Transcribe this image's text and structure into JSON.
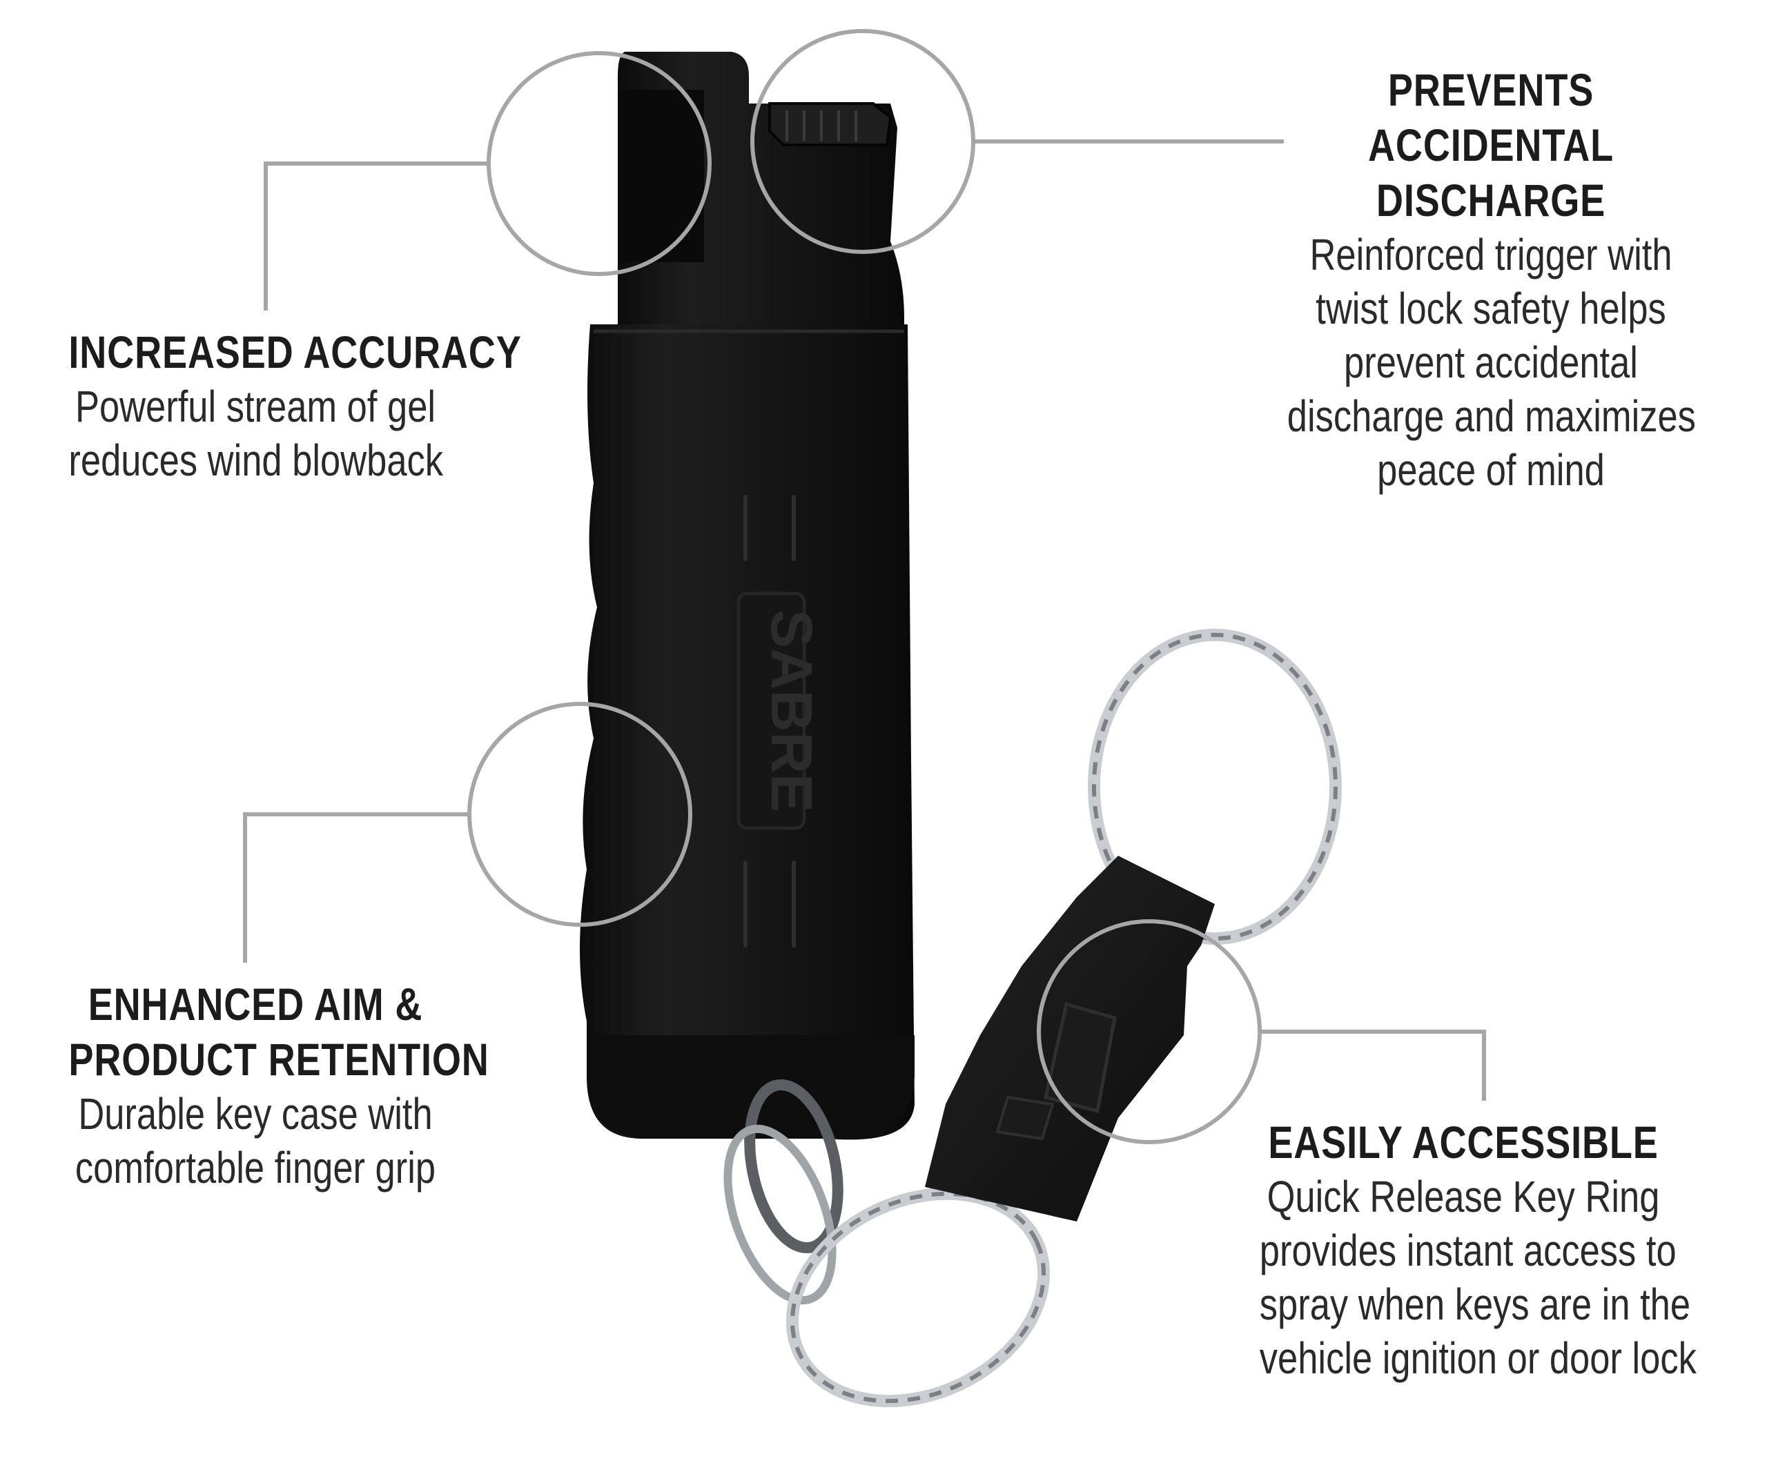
{
  "colors": {
    "callout_line": "#a6a6a6",
    "product_body": "#141414",
    "ring_metal": "#bfc3c7"
  },
  "callouts": {
    "accuracy": {
      "title_lines": [
        "INCREASED ACCURACY"
      ],
      "body_lines": [
        "Powerful stream of gel",
        "reduces wind blowback"
      ]
    },
    "discharge": {
      "title_lines": [
        "PREVENTS",
        "ACCIDENTAL",
        "DISCHARGE"
      ],
      "body_lines": [
        "Reinforced trigger with",
        "twist lock safety helps",
        "prevent accidental",
        "discharge and maximizes",
        "peace of mind"
      ]
    },
    "aim": {
      "title_lines": [
        "ENHANCED AIM &",
        "PRODUCT RETENTION"
      ],
      "body_lines": [
        "Durable key case with",
        "comfortable finger grip"
      ]
    },
    "access": {
      "title_lines": [
        "EASILY ACCESSIBLE"
      ],
      "body_lines": [
        "Quick Release Key Ring",
        "provides instant access to",
        "spray when keys are in the",
        "vehicle ignition or door lock"
      ]
    }
  },
  "product": {
    "brand_mark": "SABRE",
    "icons": [
      "pepper-spray-canister-icon",
      "key-ring-icon",
      "quick-release-clip-icon"
    ]
  }
}
